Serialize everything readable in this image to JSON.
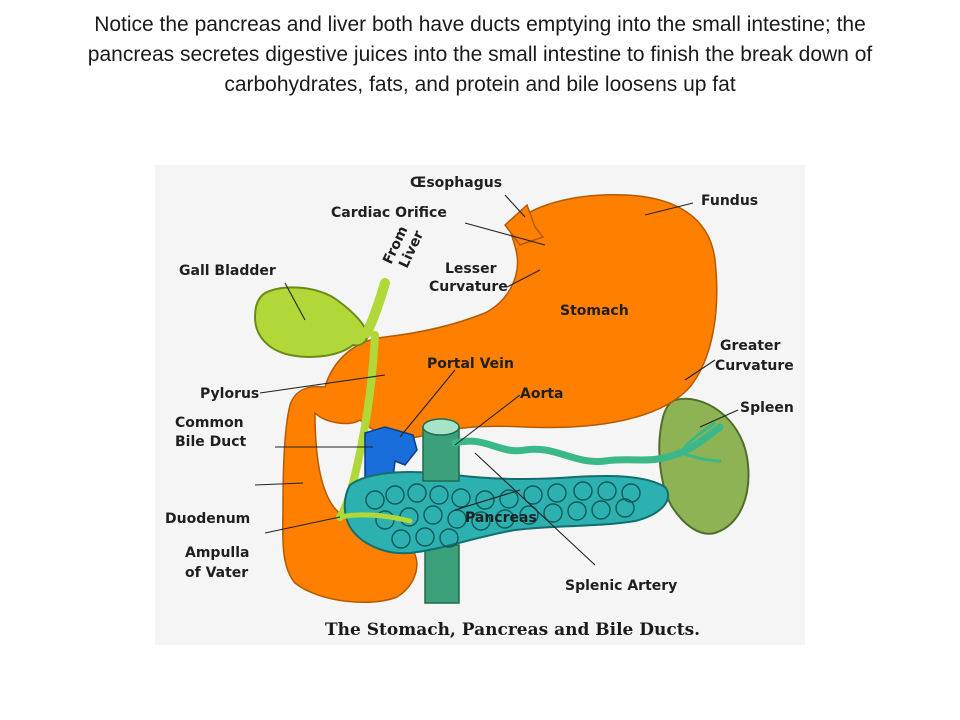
{
  "caption": {
    "line1": "Notice the pancreas and liver both have ducts emptying into the small intestine; the",
    "line2": "pancreas secretes digestive juices into the small intestine to finish the break down of",
    "line3": "carbohydrates, fats, and protein and bile loosens up fat"
  },
  "diagram": {
    "labels": {
      "esophagus": "Œsophagus",
      "cardiac_orifice": "Cardiac  Orifice",
      "fundus": "Fundus",
      "from_liver_1": "From",
      "from_liver_2": "Liver",
      "gall_bladder": "Gall Bladder",
      "lesser_curvature_1": "Lesser",
      "lesser_curvature_2": "Curvature",
      "stomach": "Stomach",
      "portal_vein": "Portal Vein",
      "greater_curvature_1": "Greater",
      "greater_curvature_2": "Curvature",
      "pylorus": "Pylorus",
      "aorta": "Aorta",
      "spleen": "Spleen",
      "common_bile_duct_1": "Common",
      "common_bile_duct_2": "Bile Duct",
      "duodenum": "Duodenum",
      "pancreas": "Pancreas",
      "ampulla_1": "Ampulla",
      "ampulla_2": "of  Vater",
      "splenic_artery": "Splenic Artery"
    },
    "figure_caption": "The Stomach, Pancreas and Bile Ducts.",
    "colors": {
      "stomach": "#ff8000",
      "gall_bladder": "#b0d838",
      "spleen": "#8db355",
      "portal_vein": "#1a6edc",
      "pancreas": "#2cb0b0",
      "splenic_artery": "#3ab88a",
      "aorta": "#3ca07a",
      "figure_background": "#f5f5f5"
    }
  }
}
